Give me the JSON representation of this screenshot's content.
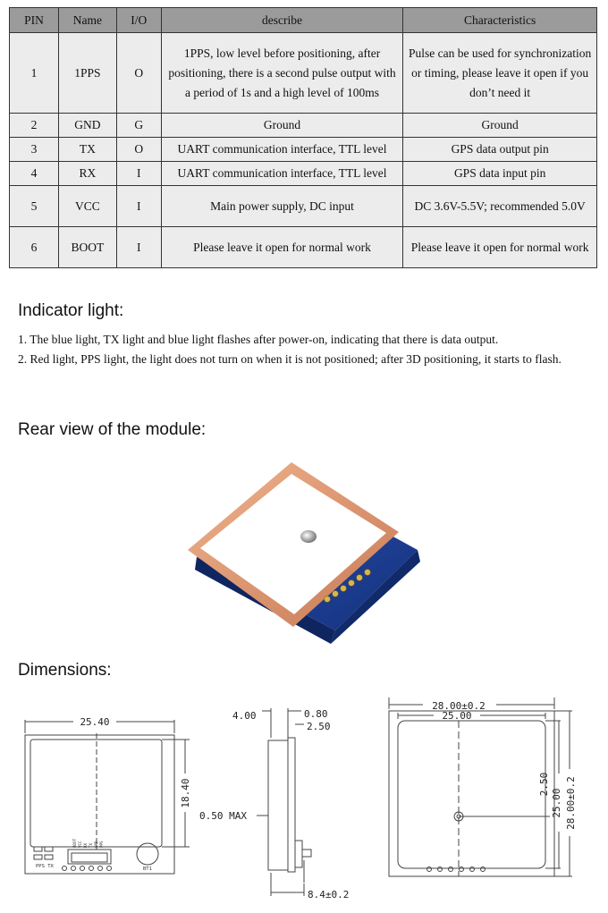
{
  "pin_table": {
    "headers": [
      "PIN",
      "Name",
      "I/O",
      "describe",
      "Characteristics"
    ],
    "rows": [
      [
        "1",
        "1PPS",
        "O",
        "1PPS, low level before positioning, after positioning, there is a second pulse output with a period of 1s and a high level of 100ms",
        "Pulse can be used for synchronization or timing, please leave it open if you don’t need it"
      ],
      [
        "2",
        "GND",
        "G",
        "Ground",
        "Ground"
      ],
      [
        "3",
        "TX",
        "O",
        "UART communication interface, TTL level",
        "GPS data output pin"
      ],
      [
        "4",
        "RX",
        "I",
        "UART communication interface, TTL level",
        "GPS data input pin"
      ],
      [
        "5",
        "VCC",
        "I",
        "Main power supply, DC input",
        "DC 3.6V-5.5V; recommended 5.0V"
      ],
      [
        "6",
        "BOOT",
        "I",
        "Please leave it open for normal work",
        "Please leave it open for normal work"
      ]
    ]
  },
  "indicator": {
    "heading": "Indicator light:",
    "line1": "1. The blue light, TX light and blue light flashes after power-on, indicating that there is data output.",
    "line2": "2. Red light, PPS light, the light does not turn on when it is not positioned; after 3D positioning, it starts to flash."
  },
  "rear_view": {
    "heading": "Rear view of the module:"
  },
  "dimensions": {
    "heading": "Dimensions:",
    "front": {
      "width": "25.40",
      "height": "18.40",
      "silk": "PPS  TX",
      "pin_labels": [
        "BOOT",
        "VCC",
        "RX",
        "TX",
        "GND",
        "PPS"
      ],
      "battery_label": "BT1"
    },
    "side": {
      "depth_a": "4.00",
      "depth_b": "0.80",
      "depth_c": "2.50",
      "max": "0.50 MAX",
      "total": "8.4±0.2"
    },
    "top": {
      "outer_w": "28.00±0.2",
      "inner_w": "25.00",
      "offset": "2.50",
      "inner_h": "25.00",
      "outer_h": "28.00±0.2"
    }
  }
}
